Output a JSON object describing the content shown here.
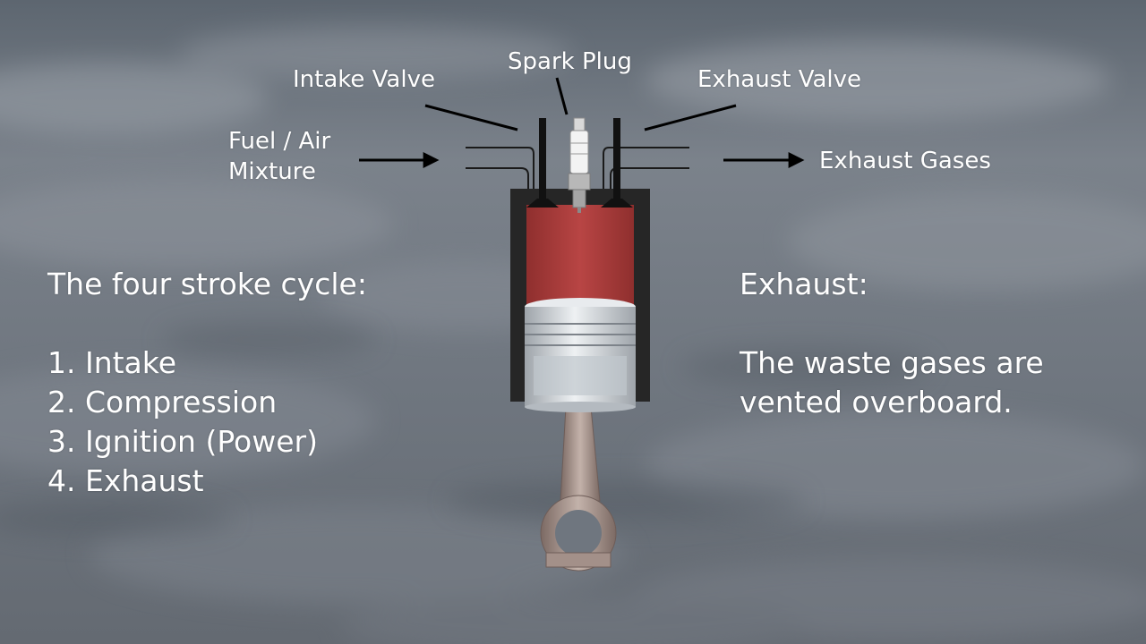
{
  "labels": {
    "spark_plug": "Spark Plug",
    "intake_valve": "Intake Valve",
    "exhaust_valve": "Exhaust Valve",
    "fuel_air_line1": "Fuel / Air",
    "fuel_air_line2": "Mixture",
    "exhaust_gases": "Exhaust Gases"
  },
  "cycle": {
    "title": "The four stroke cycle:",
    "steps": [
      "1. Intake",
      "2. Compression",
      "3. Ignition (Power)",
      "4. Exhaust"
    ]
  },
  "current_stage": {
    "title": "Exhaust:",
    "description_line1": "The waste gases are",
    "description_line2": "vented overboard."
  },
  "colors": {
    "sky": "#6e7680",
    "cylinder_wall": "#262626",
    "chamber_red": "#b0403f",
    "piston_silver": "#c9ced3",
    "connecting_rod": "#9a8680",
    "text": "#ffffff"
  }
}
